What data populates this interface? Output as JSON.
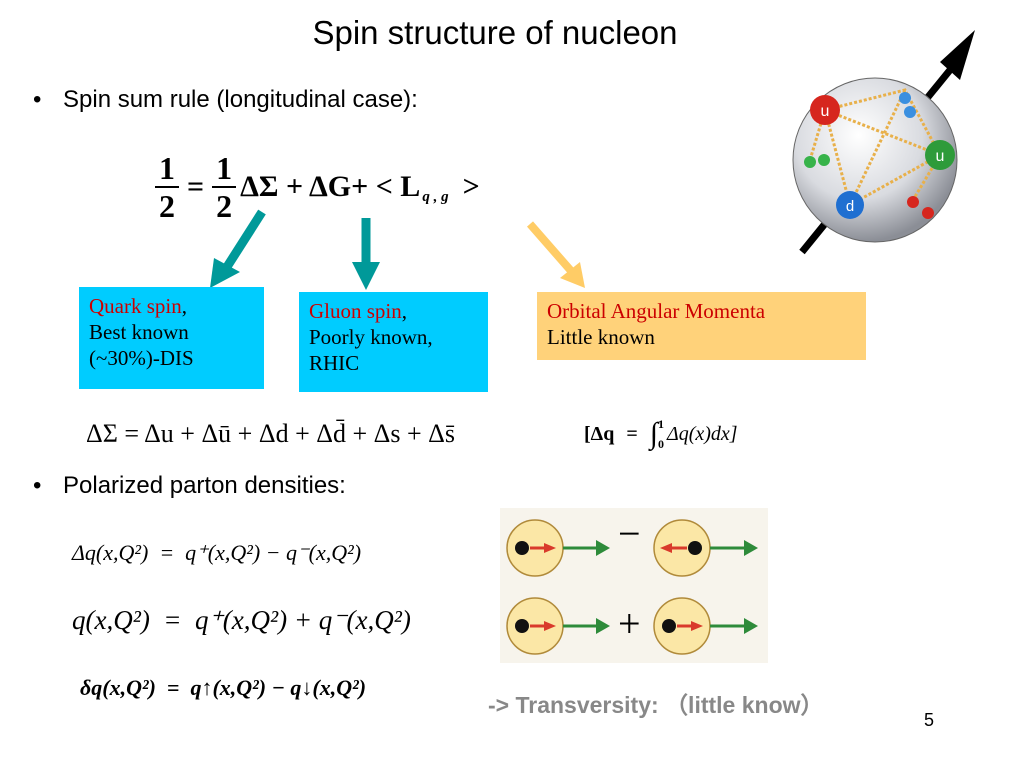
{
  "slide": {
    "title": "Spin structure of nucleon",
    "page_number": "5"
  },
  "bullets": {
    "first": "Spin sum rule (longitudinal case):",
    "second": "Polarized parton densities:"
  },
  "spin_sum": {
    "lhs_num": "1",
    "lhs_den": "2",
    "equals": "=",
    "rhs_num": "1",
    "rhs_den": "2",
    "terms": "ΔΣ + ΔG+ < L",
    "L_subscript": "q , g",
    "close": ">"
  },
  "boxes": {
    "quark": {
      "highlight": "Quark spin",
      "suffix": ",",
      "line2": "Best known",
      "line3": "(~30%)-DIS",
      "bg": "#00ccff"
    },
    "gluon": {
      "highlight": "Gluon spin",
      "suffix": ",",
      "line2": "Poorly known,",
      "line3": "RHIC",
      "bg": "#00ccff"
    },
    "orbital": {
      "highlight": "Orbital Angular Momenta",
      "line2": "Little known",
      "bg": "#ffd27a"
    }
  },
  "arrow_colors": {
    "teal": "#009999",
    "orange": "#ffcc66"
  },
  "delta_sigma_eq": "ΔΣ = Δu + Δū + Δd + Δd̄ + Δs + Δs̄",
  "delta_q_def": {
    "open": "[Δq",
    "equals": "=",
    "integral": "∫",
    "upper": "1",
    "lower": "0",
    "integrand": "Δq(x)dx]"
  },
  "density_eqs": {
    "delta_q": "Δq(x,Q²)  =  q⁺(x,Q²) − q⁻(x,Q²)",
    "q": "q(x,Q²)  =  q⁺(x,Q²) + q⁻(x,Q²)",
    "transversity": "δq(x,Q²)  =  q↑(x,Q²) − q↓(x,Q²)"
  },
  "panel_signs": {
    "minus": "−",
    "plus": "+"
  },
  "transversity_note": "-> Transversity: （little know）",
  "nucleon_labels": {
    "u1": "u",
    "u2": "u",
    "d1": "d"
  }
}
